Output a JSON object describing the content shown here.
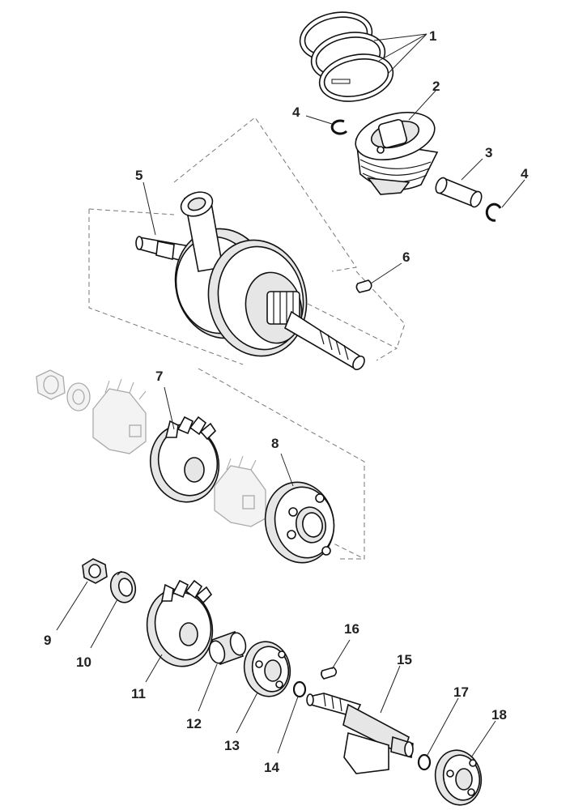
{
  "diagram": {
    "callouts": [
      {
        "id": "1",
        "label": "1"
      },
      {
        "id": "2",
        "label": "2"
      },
      {
        "id": "3",
        "label": "3"
      },
      {
        "id": "4a",
        "label": "4"
      },
      {
        "id": "4b",
        "label": "4"
      },
      {
        "id": "5",
        "label": "5"
      },
      {
        "id": "6",
        "label": "6"
      },
      {
        "id": "7",
        "label": "7"
      },
      {
        "id": "8",
        "label": "8"
      },
      {
        "id": "9",
        "label": "9"
      },
      {
        "id": "10",
        "label": "10"
      },
      {
        "id": "11",
        "label": "11"
      },
      {
        "id": "12",
        "label": "12"
      },
      {
        "id": "13",
        "label": "13"
      },
      {
        "id": "14",
        "label": "14"
      },
      {
        "id": "15",
        "label": "15"
      },
      {
        "id": "16",
        "label": "16"
      },
      {
        "id": "17",
        "label": "17"
      },
      {
        "id": "18",
        "label": "18"
      }
    ],
    "colors": {
      "line": "#111111",
      "ghost": "#aaaaaa",
      "fill": "#ffffff",
      "shade": "#e6e6e6"
    }
  }
}
